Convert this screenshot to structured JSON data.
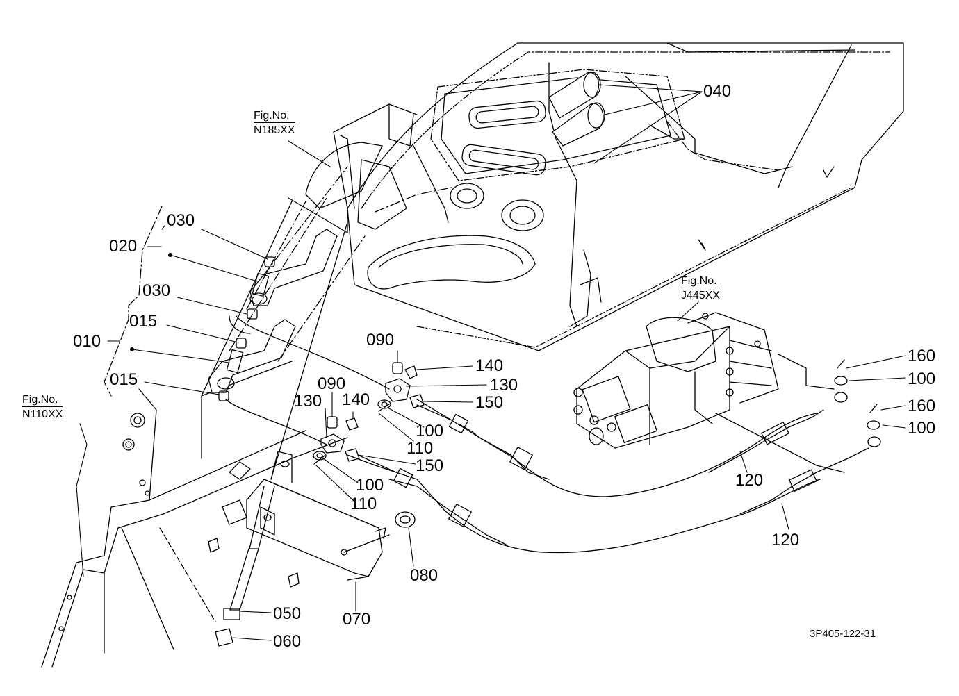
{
  "diagram": {
    "drawing_code": "3P405-122-31",
    "figure_refs": {
      "n185": {
        "line1": "Fig.No.",
        "line2": "N185XX"
      },
      "j445": {
        "line1": "Fig.No.",
        "line2": "J445XX"
      },
      "n110": {
        "line1": "Fig.No.",
        "line2": "N110XX"
      }
    },
    "callouts": {
      "c040": "040",
      "c030a": "030",
      "c020": "020",
      "c030b": "030",
      "c015a": "015",
      "c010": "010",
      "c015b": "015",
      "c090a": "090",
      "c140a": "140",
      "c130a": "130",
      "c150a": "150",
      "c100a": "100",
      "c110a": "110",
      "c090b": "090",
      "c130b": "130",
      "c140b": "140",
      "c150b": "150",
      "c100b": "100",
      "c110b": "110",
      "c080": "080",
      "c070": "070",
      "c050": "050",
      "c060": "060",
      "c160a": "160",
      "c100c": "100",
      "c160b": "160",
      "c100d": "100",
      "c120a": "120",
      "c120b": "120"
    }
  }
}
